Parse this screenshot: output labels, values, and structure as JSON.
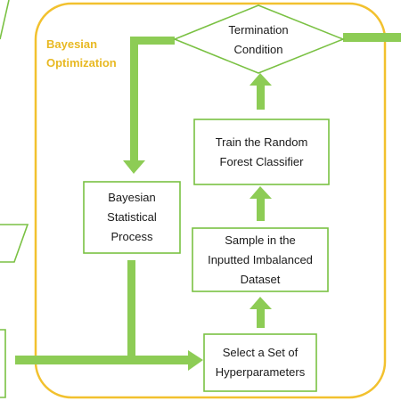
{
  "diagram": {
    "container_label": "Bayesian\nOptimization",
    "nodes": {
      "termination": "Termination\nCondition",
      "train": "Train the Random\nForest Classifier",
      "sample": "Sample in the\nInputted Imbalanced\nDataset",
      "select": "Select a Set of\nHyperparameters",
      "bayesian_process": "Bayesian\nStatistical\nProcess"
    },
    "colors": {
      "container_border": "#f2c12e",
      "container_label": "#e8b923",
      "arrow": "#8dcc55",
      "node_border": "#7ac143",
      "node_text": "#1a1a1a",
      "background": "#ffffff"
    }
  }
}
